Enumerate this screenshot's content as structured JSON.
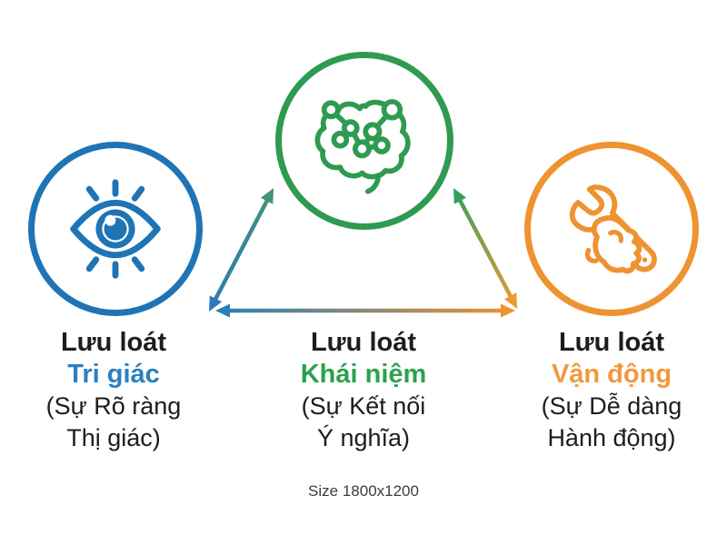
{
  "meta": {
    "background": "#ffffff",
    "caption": "Size 1800x1200"
  },
  "nodes": [
    {
      "id": "perceptual",
      "icon": "eye-icon",
      "color": "#1e74b5",
      "term_color": "#2b80bf",
      "title": "Lưu loát",
      "term": "Tri giác",
      "note_line1": "(Sự Rõ ràng",
      "note_line2": "Thị giác)"
    },
    {
      "id": "conceptual",
      "icon": "brain-network-icon",
      "color": "#2e9b50",
      "term_color": "#2aa24d",
      "title": "Lưu loát",
      "term": "Khái niệm",
      "note_line1": "(Sự Kết nối",
      "note_line2": "Ý nghĩa)"
    },
    {
      "id": "motor",
      "icon": "wrench-hand-icon",
      "color": "#ef9230",
      "term_color": "#f0993c",
      "title": "Lưu loát",
      "term": "Vận động",
      "note_line1": "(Sự Dễ dàng",
      "note_line2": "Hành động)"
    }
  ],
  "arrows": [
    {
      "from": "perceptual",
      "to": "conceptual",
      "direction": "bidirectional",
      "color_start": "#2a7ab8",
      "color_end": "#449473"
    },
    {
      "from": "conceptual",
      "to": "motor",
      "direction": "bidirectional",
      "color_start": "#35a05a",
      "color_end": "#eb9a35"
    },
    {
      "from": "perceptual",
      "to": "motor",
      "direction": "bidirectional",
      "color_start": "#2980b9",
      "color_end": "#ef9230"
    }
  ]
}
